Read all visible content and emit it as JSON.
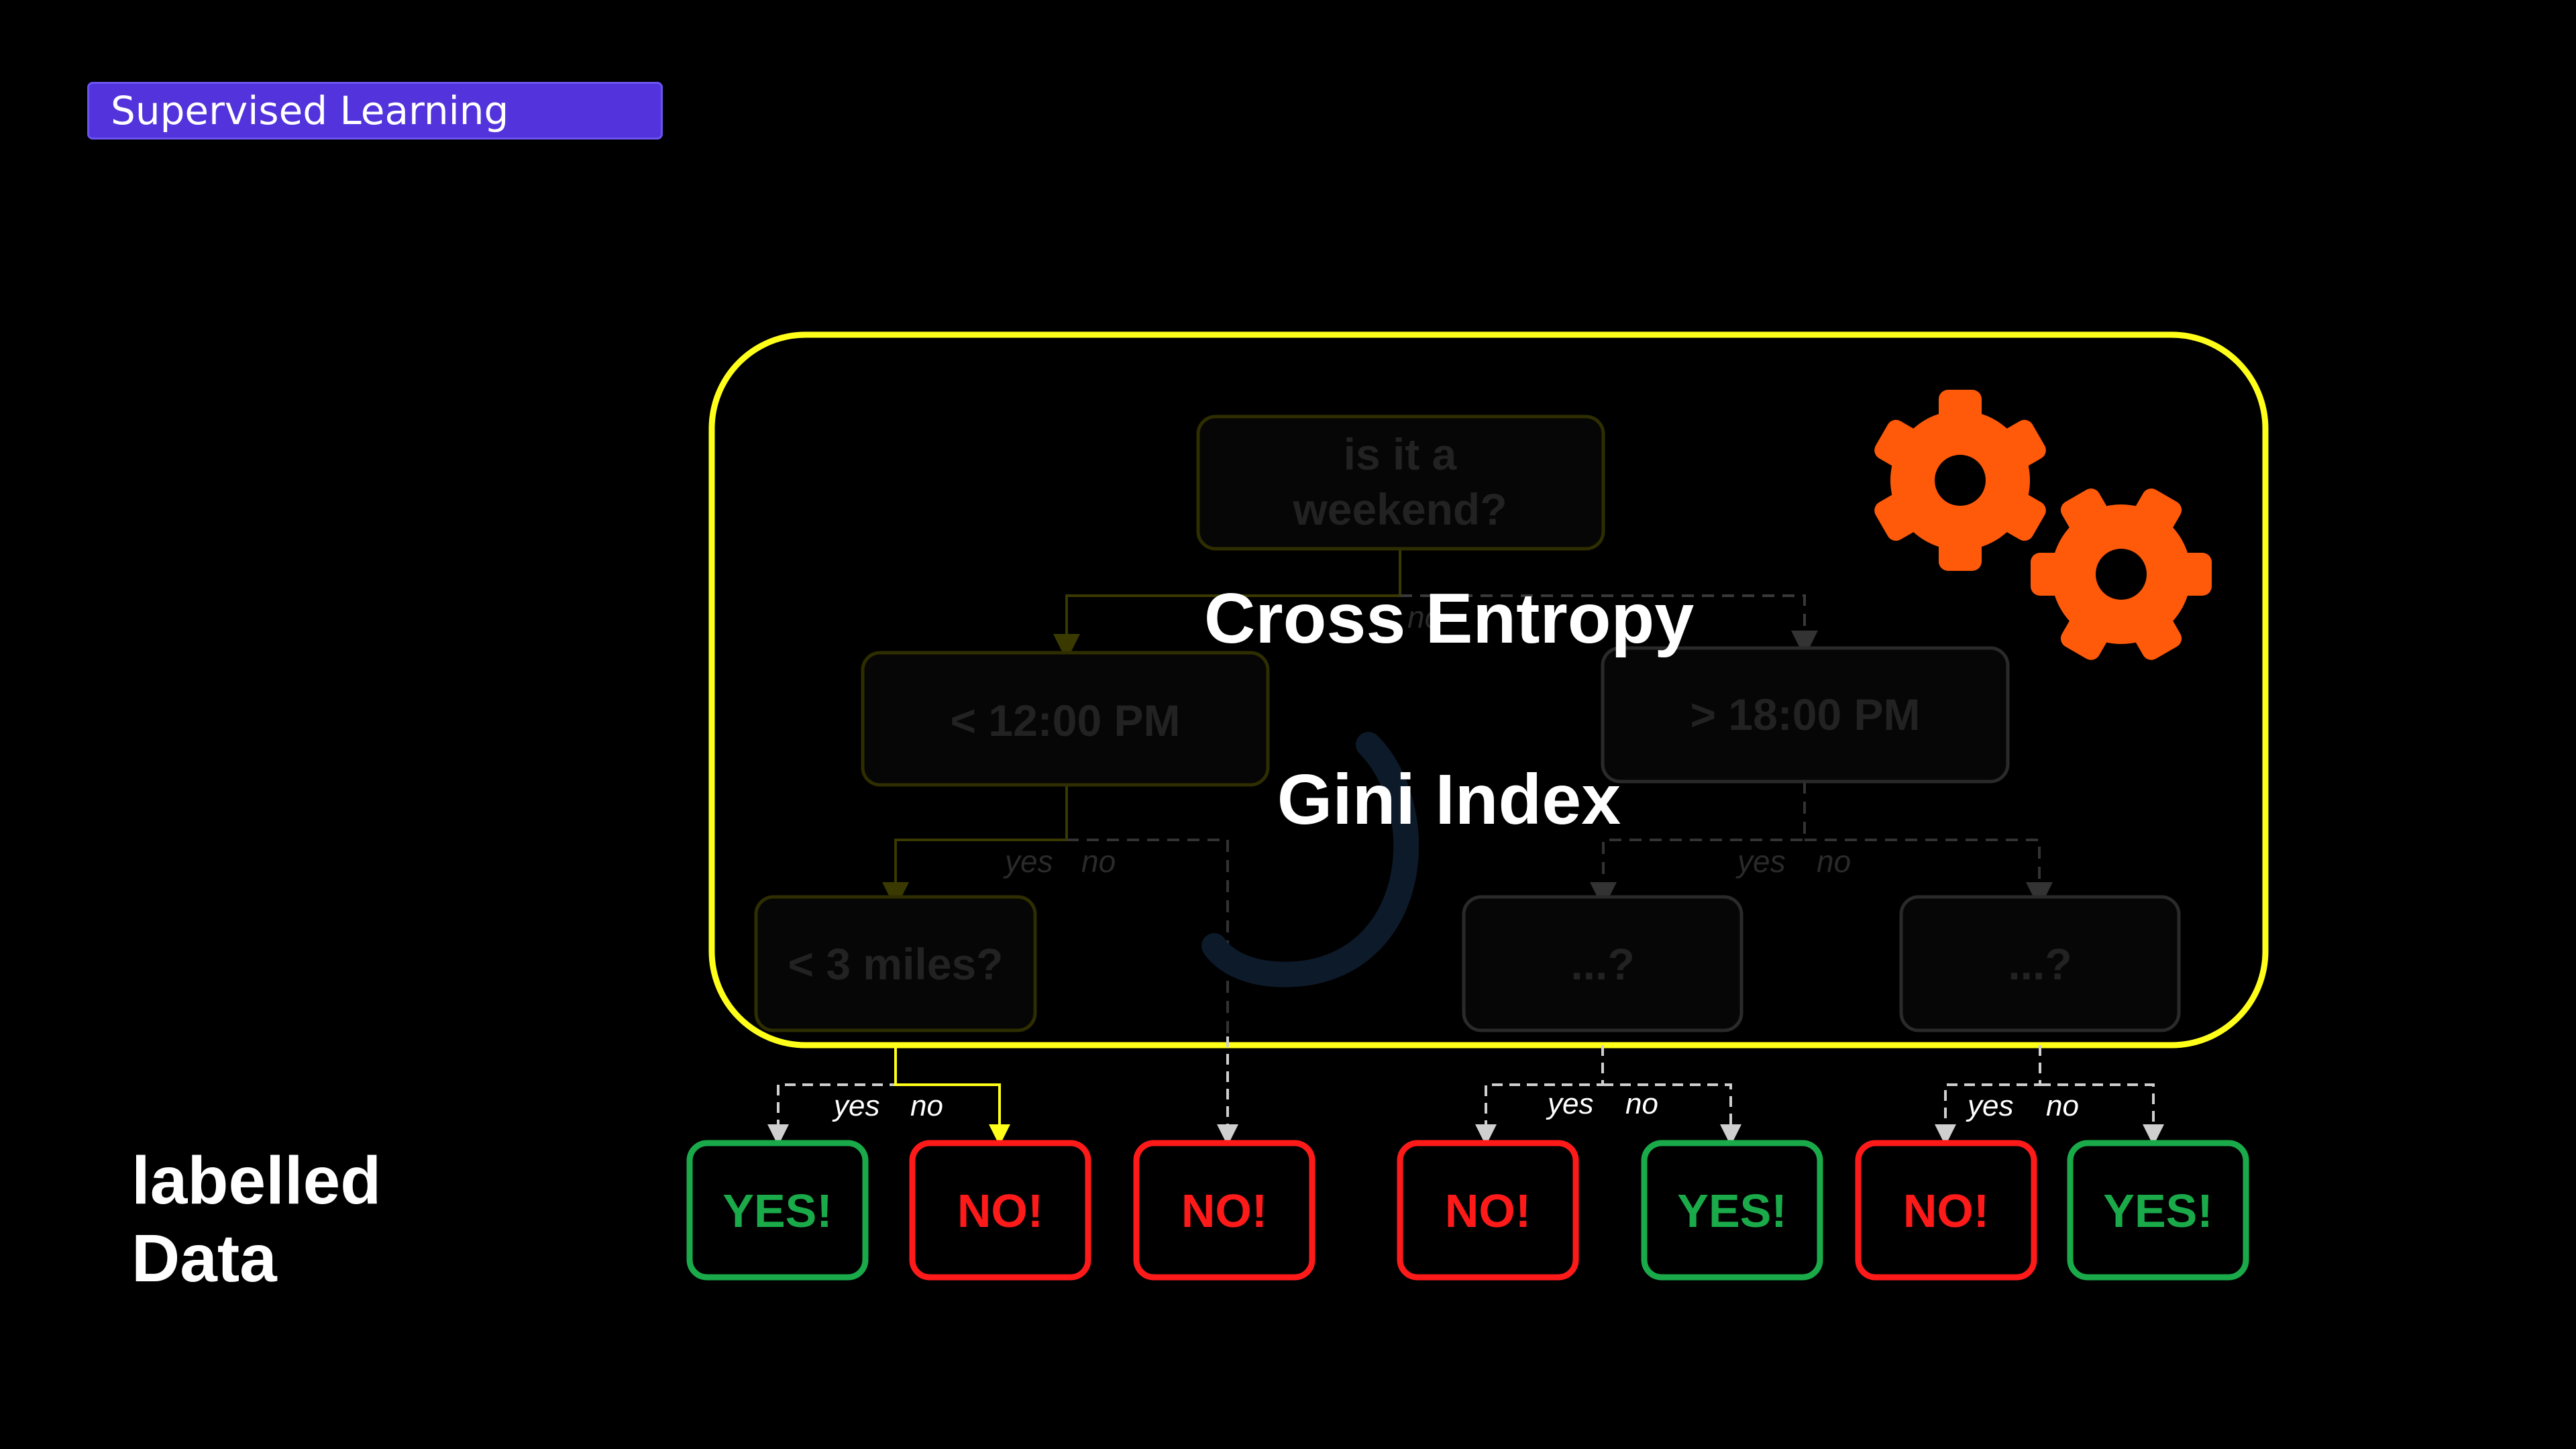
{
  "header": {
    "tag_label": "Supervised Learning"
  },
  "side_label": {
    "line1": "labelled",
    "line2": "Data"
  },
  "overlay": {
    "line1": "Cross Entropy",
    "line2": "Gini Index"
  },
  "tree": {
    "root": {
      "line1": "is it a",
      "line2": "weekend?"
    },
    "left": "< 12:00 PM",
    "right": "> 18:00 PM",
    "left_left": "< 3 miles?",
    "right_left": "...?",
    "right_right": "...?",
    "root_branch_no": "no",
    "branch_yes": "yes",
    "branch_no": "no"
  },
  "leaves": [
    "YES!",
    "NO!",
    "NO!",
    "NO!",
    "YES!",
    "NO!",
    "YES!"
  ],
  "leaf_colors": [
    "green",
    "red",
    "red",
    "red",
    "green",
    "red",
    "green"
  ],
  "colors": {
    "highlight_frame": "#ffff1a",
    "gear": "#ff5a0a",
    "yes_green": "#1aaa4a",
    "no_red": "#ff1a1a",
    "tag_bg": "#5233dc"
  },
  "icons": [
    "gear-icon",
    "gear-icon",
    "refresh-arrow-icon"
  ]
}
